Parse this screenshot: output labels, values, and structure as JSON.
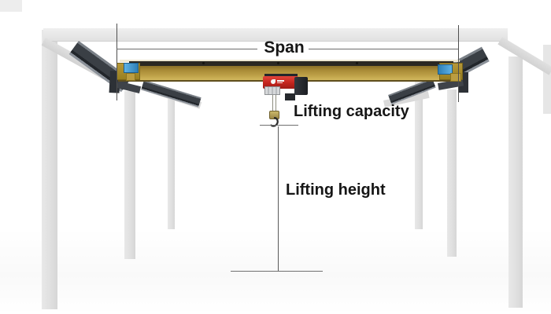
{
  "diagram": {
    "labels": {
      "span": "Span",
      "lifting_capacity": "Lifting capacity",
      "lifting_height": "Lifting height"
    },
    "colors": {
      "background": "#ffffff",
      "structure_gray": "#e2e2e2",
      "runway_steel_dark": "#3a3f45",
      "girder_yellow": "#b2933c",
      "girder_rail_dark": "#2b2822",
      "buffer_blue": "#3d9ad8",
      "hoist_red": "#c3241d",
      "hoist_black": "#1e2124",
      "hook_gold": "#b3a054",
      "dimension_line": "#5a5a5a",
      "label_text": "#161616"
    },
    "parts": [
      "building-frame",
      "runway-beam",
      "crane-girder",
      "end-truck",
      "rubber-buffer",
      "electric-wire-rope-hoist",
      "hook",
      "dimension-lines"
    ]
  }
}
